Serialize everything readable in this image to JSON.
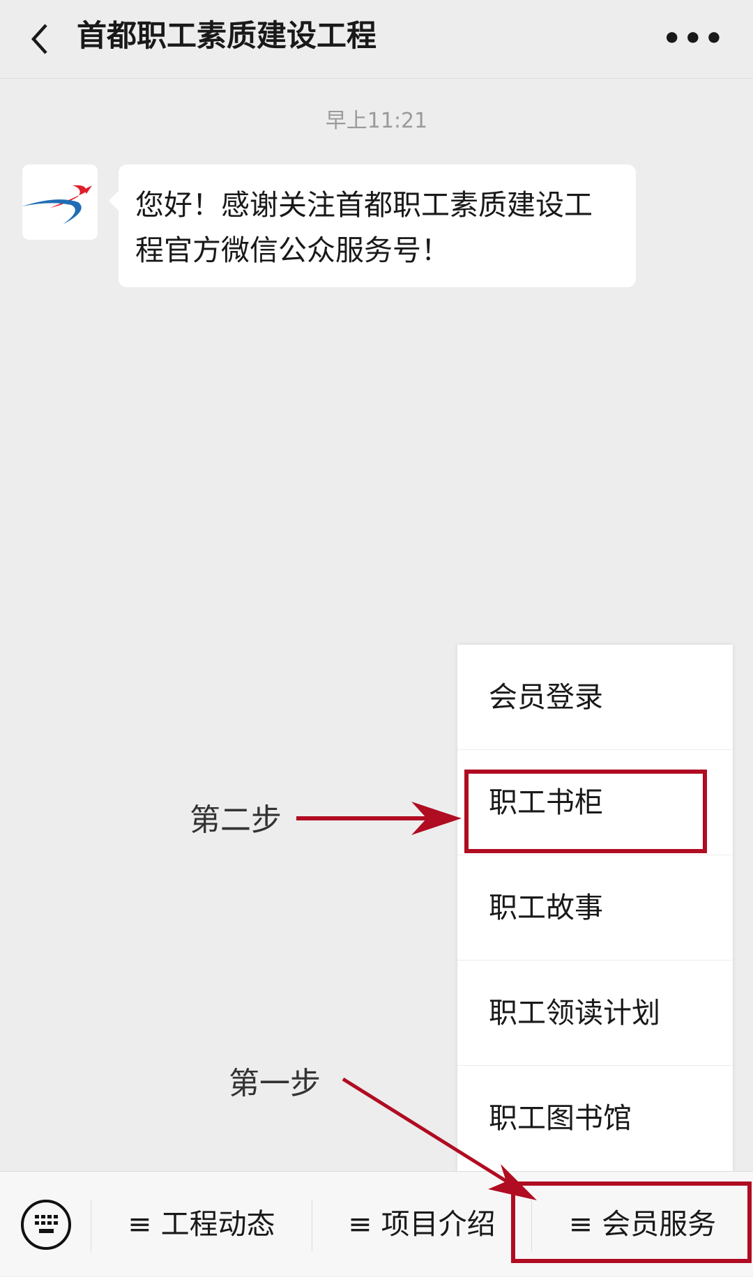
{
  "header": {
    "title": "首都职工素质建设工程",
    "back_icon": "chevron-left",
    "more_icon": "ellipsis"
  },
  "chat": {
    "timestamp": "早上11:21",
    "message": "您好！感谢关注首都职工素质建设工程官方微信公众服务号！"
  },
  "popup_menu": {
    "items": [
      "会员登录",
      "职工书柜",
      "职工故事",
      "职工领读计划",
      "职工图书馆"
    ]
  },
  "bottom_menu": {
    "tabs": [
      "≡ 工程动态",
      "≡ 项目介绍",
      "≡ 会员服务"
    ]
  },
  "annotations": {
    "step1": "第一步",
    "step2": "第二步",
    "color": "#b00c22"
  }
}
